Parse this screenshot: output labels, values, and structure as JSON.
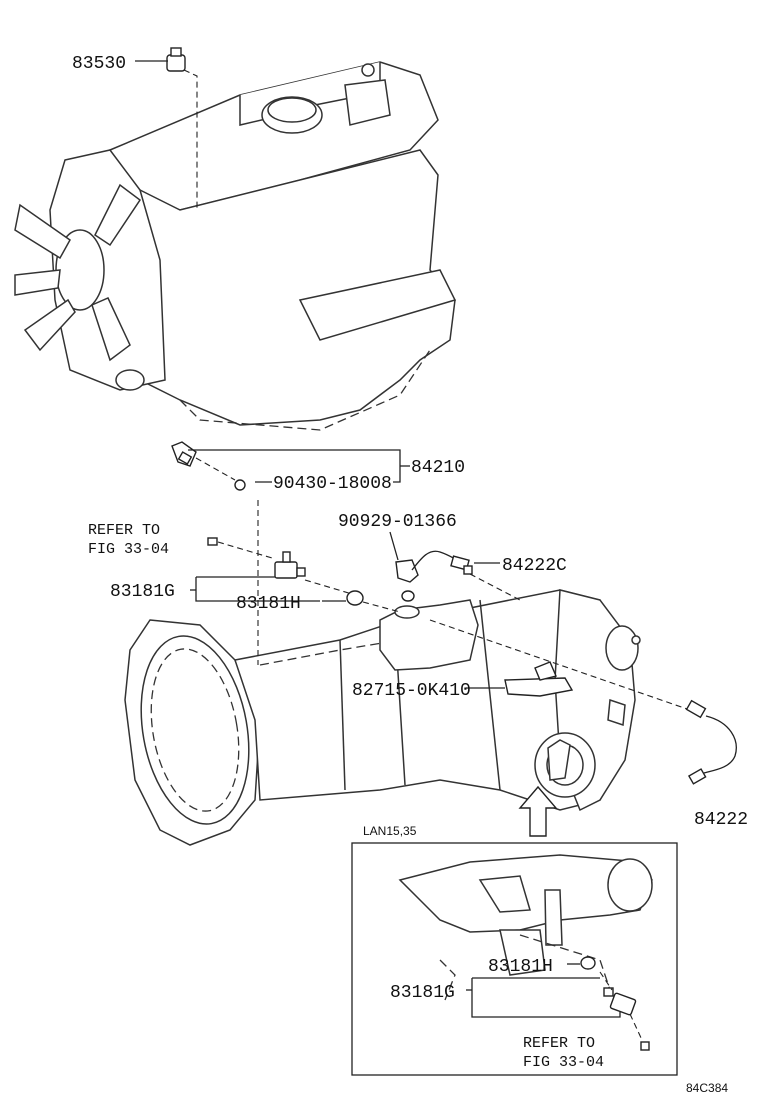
{
  "labels": {
    "p83530": "83530",
    "p84210": "84210",
    "p90430": "90430-18008",
    "refer_top_1": "REFER TO",
    "refer_top_2": "FIG 33-04",
    "p90929": "90929-01366",
    "p84222c": "84222C",
    "p83181g": "83181G",
    "p83181h": "83181H",
    "p82715": "82715-0K410",
    "p84222": "84222",
    "variant": "LAN15,35",
    "inset_83181h": "83181H",
    "inset_83181g": "83181G",
    "refer_bot_1": "REFER TO",
    "refer_bot_2": "FIG 33-04",
    "figure_code": "84C384"
  }
}
